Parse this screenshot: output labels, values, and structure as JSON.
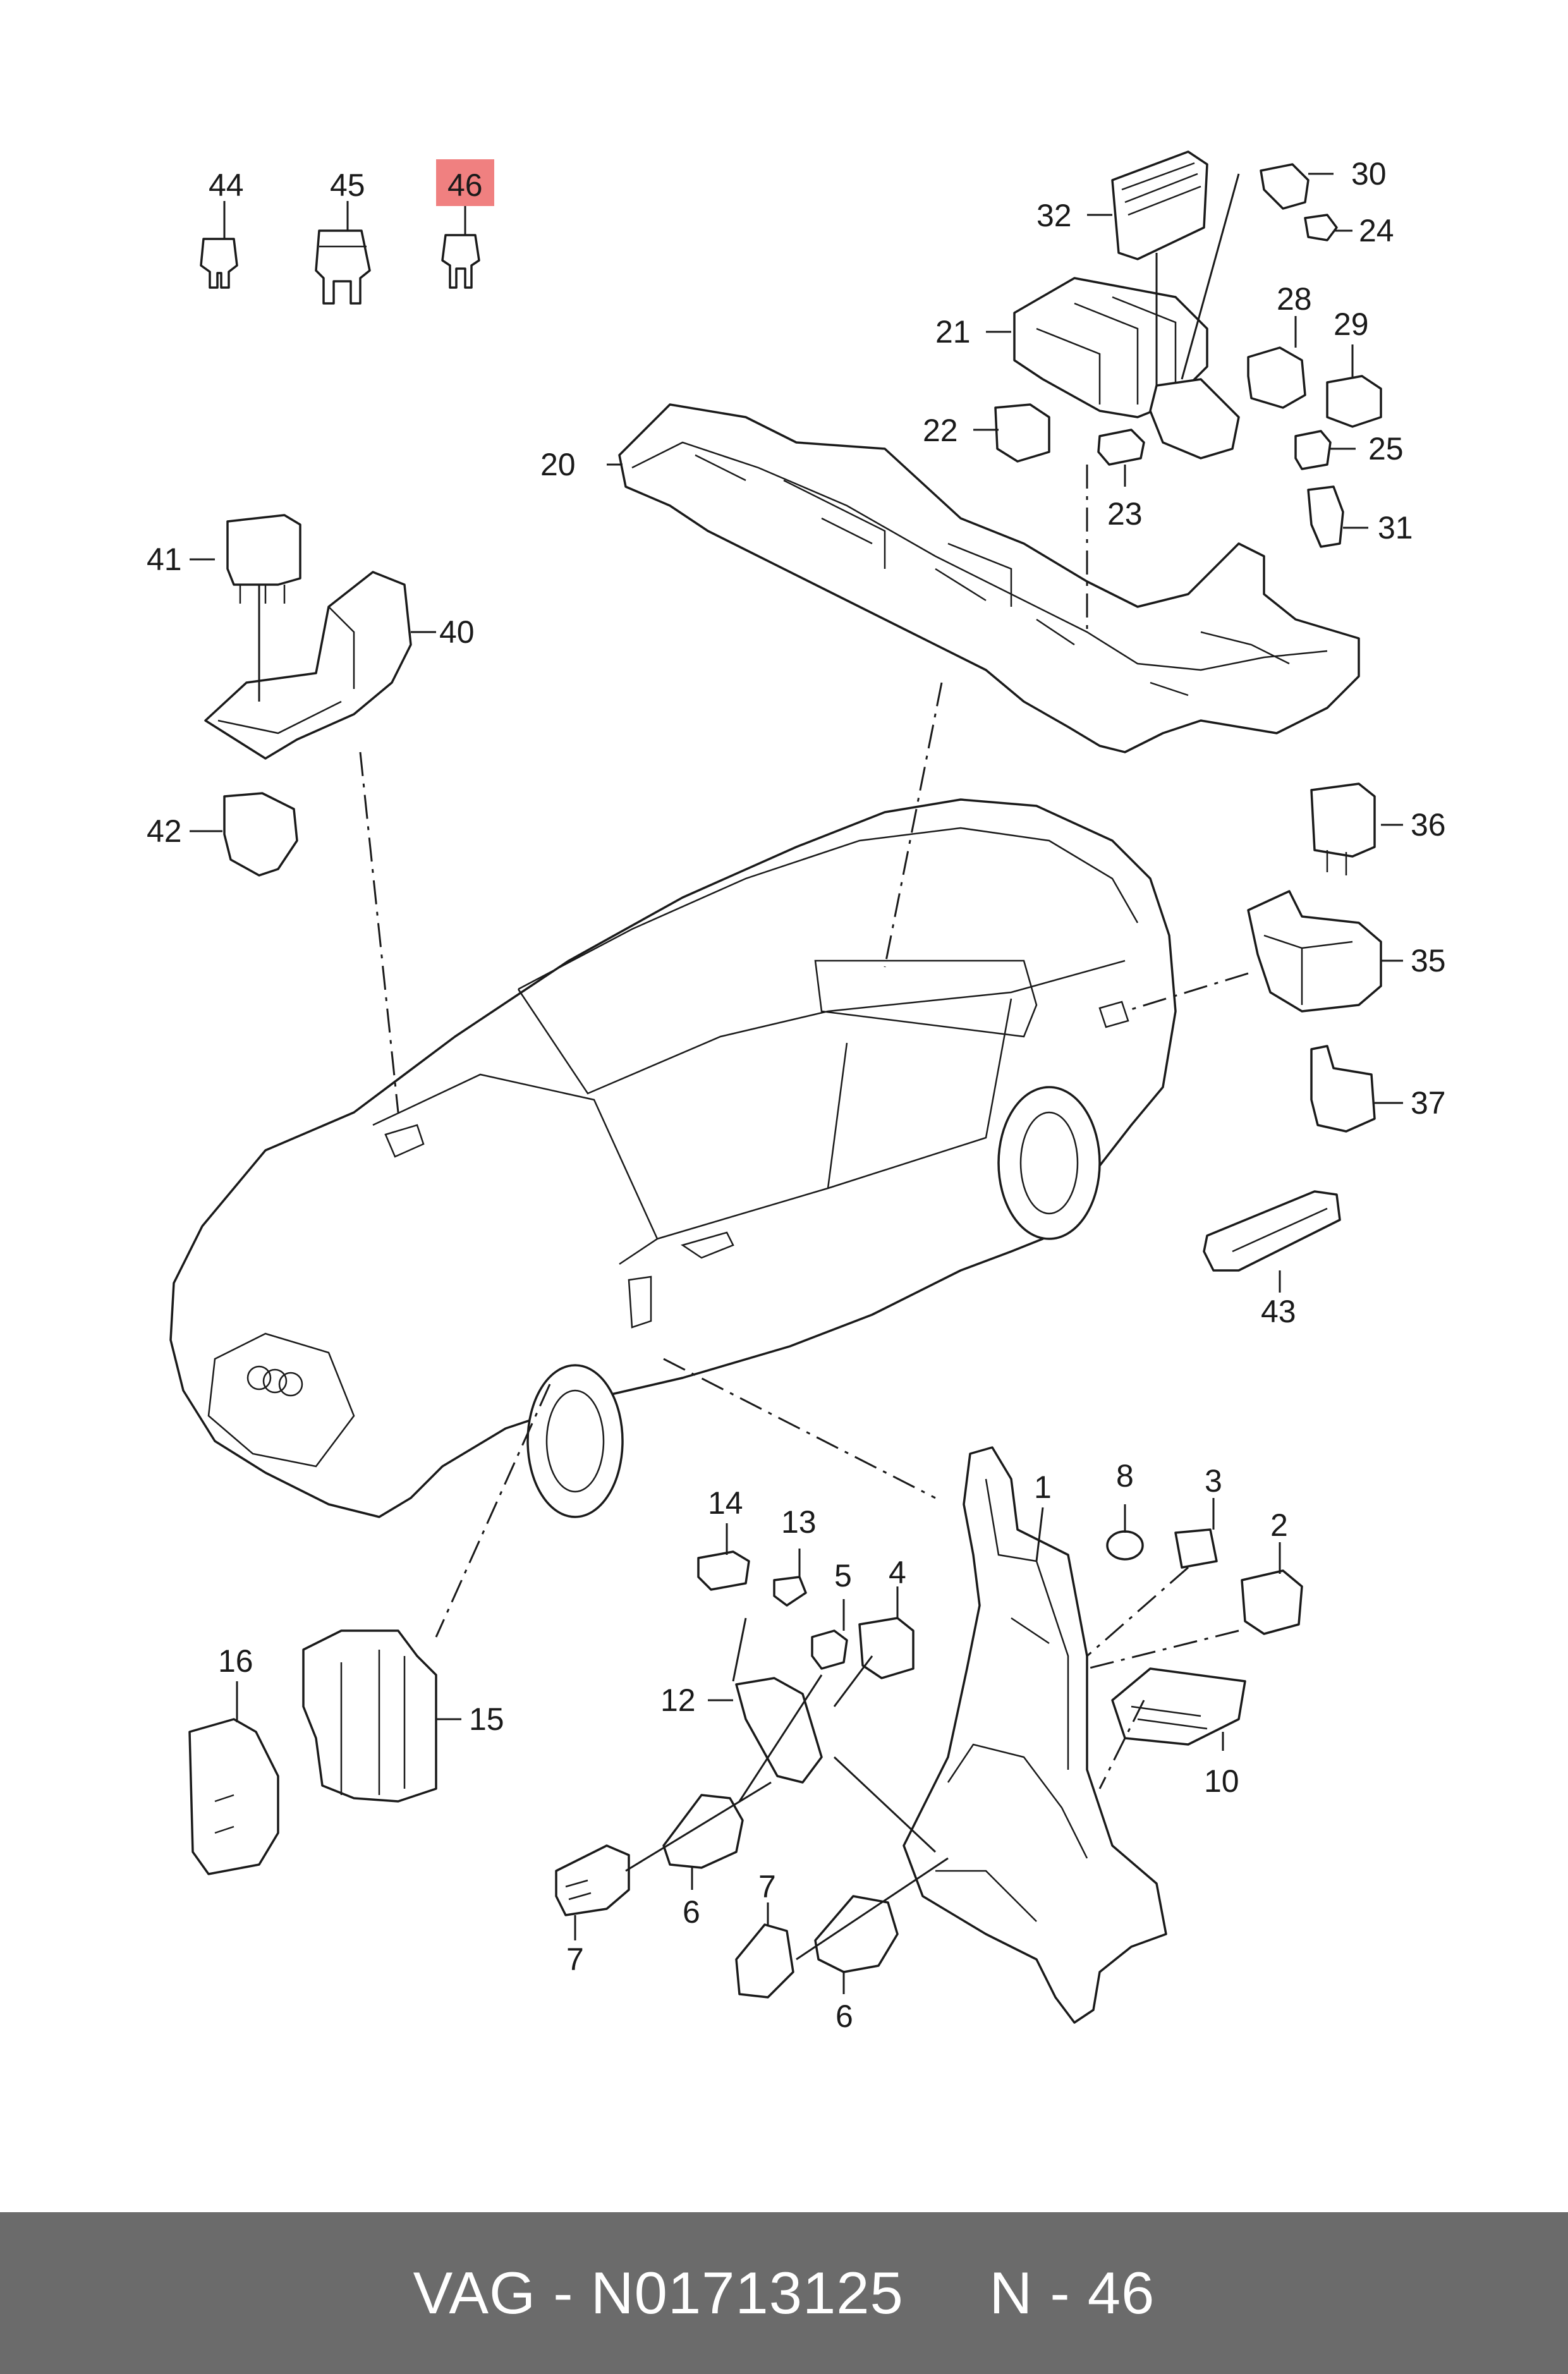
{
  "diagram": {
    "highlight_color": "#f08080",
    "highlighted_callout": "46",
    "callouts": [
      {
        "id": "c1",
        "label": "1"
      },
      {
        "id": "c2",
        "label": "2"
      },
      {
        "id": "c3",
        "label": "3"
      },
      {
        "id": "c4",
        "label": "4"
      },
      {
        "id": "c5",
        "label": "5"
      },
      {
        "id": "c6a",
        "label": "6"
      },
      {
        "id": "c6b",
        "label": "6"
      },
      {
        "id": "c7a",
        "label": "7"
      },
      {
        "id": "c7b",
        "label": "7"
      },
      {
        "id": "c8",
        "label": "8"
      },
      {
        "id": "c10",
        "label": "10"
      },
      {
        "id": "c12",
        "label": "12"
      },
      {
        "id": "c13",
        "label": "13"
      },
      {
        "id": "c14",
        "label": "14"
      },
      {
        "id": "c15",
        "label": "15"
      },
      {
        "id": "c16",
        "label": "16"
      },
      {
        "id": "c20",
        "label": "20"
      },
      {
        "id": "c21",
        "label": "21"
      },
      {
        "id": "c22",
        "label": "22"
      },
      {
        "id": "c23",
        "label": "23"
      },
      {
        "id": "c24",
        "label": "24"
      },
      {
        "id": "c25",
        "label": "25"
      },
      {
        "id": "c28",
        "label": "28"
      },
      {
        "id": "c29",
        "label": "29"
      },
      {
        "id": "c30",
        "label": "30"
      },
      {
        "id": "c31",
        "label": "31"
      },
      {
        "id": "c32",
        "label": "32"
      },
      {
        "id": "c35",
        "label": "35"
      },
      {
        "id": "c36",
        "label": "36"
      },
      {
        "id": "c37",
        "label": "37"
      },
      {
        "id": "c40",
        "label": "40"
      },
      {
        "id": "c41",
        "label": "41"
      },
      {
        "id": "c42",
        "label": "42"
      },
      {
        "id": "c43",
        "label": "43"
      },
      {
        "id": "c44",
        "label": "44"
      },
      {
        "id": "c45",
        "label": "45"
      },
      {
        "id": "c46",
        "label": "46"
      }
    ]
  },
  "footer": {
    "text": "VAG - N01713125     N - 46"
  }
}
